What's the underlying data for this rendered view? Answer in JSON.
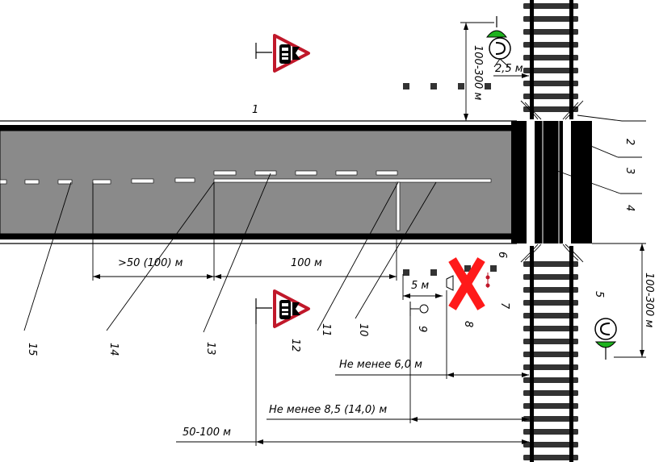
{
  "dimensions": {
    "d_300_top": "100-300 м",
    "d_2_5": "2,5 м",
    "d_50_100": ">50 (100) м",
    "d_100": "100 м",
    "d_5": "5 м",
    "d_300_right": "100-300 м",
    "d_6_0": "Не менее 6,0 м",
    "d_8_5": "Не менее 8,5 (14,0) м",
    "d_50_100_bottom": "50-100 м"
  },
  "callouts": [
    "1",
    "2",
    "3",
    "4",
    "5",
    "6",
    "7",
    "8",
    "9",
    "10",
    "11",
    "12",
    "13",
    "14",
    "15"
  ],
  "colors": {
    "road": "#8a8a8a",
    "signal_green": "#1db21d",
    "cross_red": "#ff1a1a",
    "sign_border": "#c0182a",
    "sleeper": "#333333"
  },
  "icons": [
    "railway-crossing-sign-icon",
    "level-crossing-signal-icon",
    "stop-cross-icon"
  ]
}
